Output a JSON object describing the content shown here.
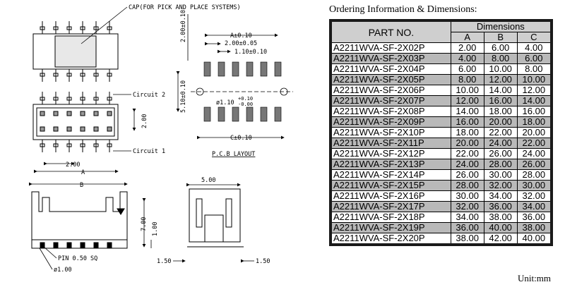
{
  "drawing": {
    "cap_label": "CAP(FOR PICK AND PLACE SYSTEMS)",
    "circuit2_label": "Circuit 2",
    "circuit1_label": "Circuit 1",
    "dim_200_vert": "2.00",
    "dim_200_horiz": "2.00",
    "dim_A": "A",
    "dim_B": "B",
    "dim_700": "7.00",
    "dim_100_vert": "1.00",
    "dim_500": "5.00",
    "dim_150_left": "1.50",
    "dim_150_right": "1.50",
    "pin_label": "PIN 0.50 SQ",
    "dia_label": "ø1.00",
    "pcb_200_010": "2.00±0.10",
    "pcb_A": "A±0.10",
    "pcb_200_005": "2.00±0.05",
    "pcb_110_010": "1.10±0.10",
    "pcb_510": "5.10±0.10",
    "pcb_hole": "ø1.10",
    "pcb_hole_tol_plus": "+0.10",
    "pcb_hole_tol_minus": "-0.00",
    "pcb_C": "C±0.10",
    "pcb_title": "P.C.B LAYOUT"
  },
  "ordering": {
    "title": "Ordering Information & Dimensions:",
    "part_header": "PART NO.",
    "dim_header": "Dimensions",
    "col_a": "A",
    "col_b": "B",
    "col_c": "C",
    "rows": [
      {
        "part": "A2211WVA-SF-2X02P",
        "a": "2.00",
        "b": "6.00",
        "c": "4.00"
      },
      {
        "part": "A2211WVA-SF-2X03P",
        "a": "4.00",
        "b": "8.00",
        "c": "6.00"
      },
      {
        "part": "A2211WVA-SF-2X04P",
        "a": "6.00",
        "b": "10.00",
        "c": "8.00"
      },
      {
        "part": "A2211WVA-SF-2X05P",
        "a": "8.00",
        "b": "12.00",
        "c": "10.00"
      },
      {
        "part": "A2211WVA-SF-2X06P",
        "a": "10.00",
        "b": "14.00",
        "c": "12.00"
      },
      {
        "part": "A2211WVA-SF-2X07P",
        "a": "12.00",
        "b": "16.00",
        "c": "14.00"
      },
      {
        "part": "A2211WVA-SF-2X08P",
        "a": "14.00",
        "b": "18.00",
        "c": "16.00"
      },
      {
        "part": "A2211WVA-SF-2X09P",
        "a": "16.00",
        "b": "20.00",
        "c": "18.00"
      },
      {
        "part": "A2211WVA-SF-2X10P",
        "a": "18.00",
        "b": "22.00",
        "c": "20.00"
      },
      {
        "part": "A2211WVA-SF-2X11P",
        "a": "20.00",
        "b": "24.00",
        "c": "22.00"
      },
      {
        "part": "A2211WVA-SF-2X12P",
        "a": "22.00",
        "b": "26.00",
        "c": "24.00"
      },
      {
        "part": "A2211WVA-SF-2X13P",
        "a": "24.00",
        "b": "28.00",
        "c": "26.00"
      },
      {
        "part": "A2211WVA-SF-2X14P",
        "a": "26.00",
        "b": "30.00",
        "c": "28.00"
      },
      {
        "part": "A2211WVA-SF-2X15P",
        "a": "28.00",
        "b": "32.00",
        "c": "30.00"
      },
      {
        "part": "A2211WVA-SF-2X16P",
        "a": "30.00",
        "b": "34.00",
        "c": "32.00"
      },
      {
        "part": "A2211WVA-SF-2X17P",
        "a": "32.00",
        "b": "36.00",
        "c": "34.00"
      },
      {
        "part": "A2211WVA-SF-2X18P",
        "a": "34.00",
        "b": "38.00",
        "c": "36.00"
      },
      {
        "part": "A2211WVA-SF-2X19P",
        "a": "36.00",
        "b": "40.00",
        "c": "38.00"
      },
      {
        "part": "A2211WVA-SF-2X20P",
        "a": "38.00",
        "b": "42.00",
        "c": "40.00"
      }
    ],
    "unit": "Unit:mm"
  }
}
